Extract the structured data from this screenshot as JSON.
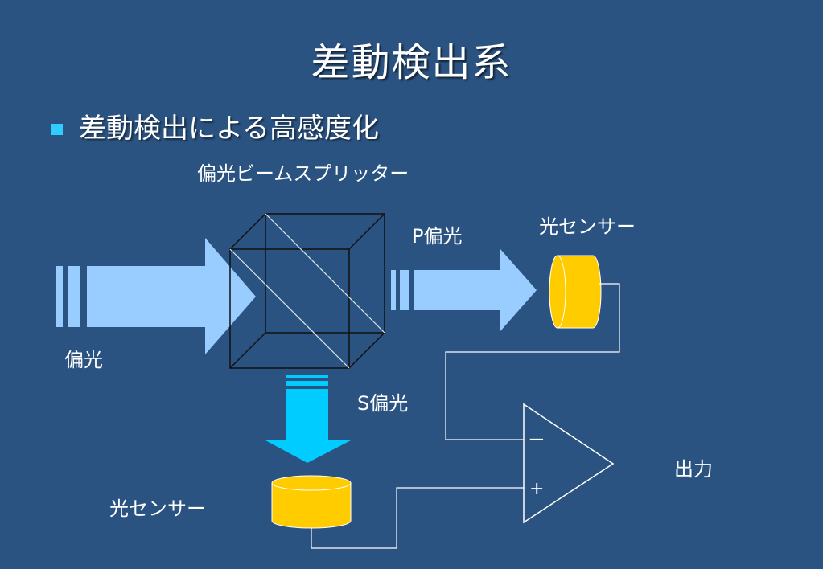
{
  "slide": {
    "title": "差動検出系",
    "bullet": "差動検出による高感度化"
  },
  "labels": {
    "beam_splitter": "偏光ビームスプリッター",
    "input_light": "偏光",
    "p_polarized": "P偏光",
    "s_polarized": "S偏光",
    "sensor_top": "光センサー",
    "sensor_bottom": "光センサー",
    "output": "出力",
    "minus": "−",
    "plus": "+"
  },
  "colors": {
    "background": "#2b5381",
    "light_beam": "#99ccff",
    "s_beam": "#00ccff",
    "sensor": "#ffcc00",
    "bullet": "#33ccff",
    "wire": "#ffffff",
    "cube_edge": "#111111"
  }
}
